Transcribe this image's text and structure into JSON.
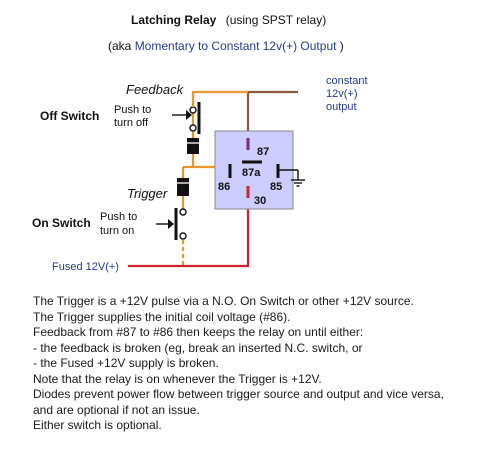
{
  "title": {
    "main": "Latching Relay",
    "sub": "(using SPST relay)"
  },
  "subtitle": {
    "open": "(aka ",
    "highlight": "Momentary to Constant 12v(+) Output",
    "close": " )"
  },
  "labels": {
    "feedback": "Feedback",
    "trigger": "Trigger",
    "off_switch": "Off Switch",
    "on_switch": "On Switch",
    "push_off_1": "Push to",
    "push_off_2": "turn off",
    "push_on_1": "Push to",
    "push_on_2": "turn on",
    "output_1": "constant",
    "output_2": "12v(+)",
    "output_3": "output",
    "fused": "Fused 12V(+)"
  },
  "relay_pins": {
    "p87": "87",
    "p87a": "87a",
    "p86": "86",
    "p85": "85",
    "p30": "30"
  },
  "description": [
    "The Trigger is a +12V pulse via a N.O. On Switch or other +12V source.",
    "The Trigger supplies the initial coil voltage (#86).",
    "Feedback from #87 to #86 then keeps the relay on until either:",
    "- the feedback is broken (eg, break an inserted N.C. switch, or",
    "- the Fused +12V supply is broken.",
    "Note that the relay is on whenever the Trigger is +12V.",
    "Diodes prevent power flow between trigger source and output and vice versa,",
    "and are optional if not an issue.",
    "Either switch is optional."
  ],
  "colors": {
    "feedback_wire": "#e8962e",
    "output_wire": "#8b5a3c",
    "fused_wire": "#cc2233",
    "relay_fill": "#ccccff",
    "highlight_text": "#2a3a8a",
    "label_text": "#2a3a8a",
    "pin_87": "#7a2a8a"
  }
}
